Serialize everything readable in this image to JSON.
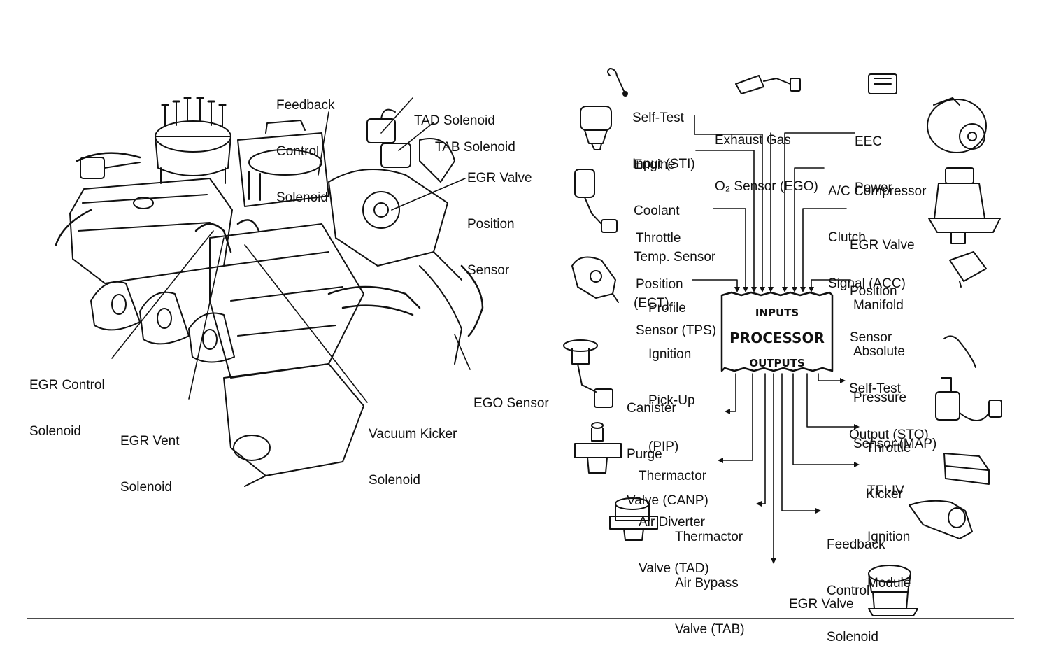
{
  "engine_labels": {
    "feedback_control": [
      "Feedback",
      "Control",
      "Solenoid"
    ],
    "tad_solenoid": [
      "TAD Solenoid"
    ],
    "tab_solenoid": [
      "TAB Solenoid"
    ],
    "egr_valve_position": [
      "EGR Valve",
      "Position",
      "Sensor"
    ],
    "egr_control": [
      "EGR Control",
      "Solenoid"
    ],
    "egr_vent": [
      "EGR Vent",
      "Solenoid"
    ],
    "vacuum_kicker": [
      "Vacuum Kicker",
      "Solenoid"
    ],
    "ego_sensor": [
      "EGO Sensor"
    ]
  },
  "processor": {
    "inputs": "INPUTS",
    "title": "PROCESSOR",
    "outputs": "OUTPUTS"
  },
  "input_labels": {
    "sti": [
      "Self-Test",
      "Input (STI)"
    ],
    "ego": [
      "Exhaust Gas",
      "O₂ Sensor (EGO)"
    ],
    "eec": [
      "EEC",
      "Power"
    ],
    "ect": [
      "Engine",
      "Coolant",
      "Temp. Sensor",
      "(ECT)"
    ],
    "acc": [
      "A/C Compressor",
      "Clutch",
      "Signal (ACC)"
    ],
    "tps": [
      "Throttle",
      "Position",
      "Sensor (TPS)"
    ],
    "egr_pos": [
      "EGR Valve",
      "Position",
      "Sensor"
    ],
    "pip": [
      "Profile",
      "Ignition",
      "Pick-Up",
      "(PIP)"
    ],
    "map": [
      "Manifold",
      "Absolute",
      "Pressure",
      "Sensor (MAP)"
    ]
  },
  "output_labels": {
    "sto": [
      "Self-Test",
      "Output (STO)"
    ],
    "canp": [
      "Canister",
      "Purge",
      "Valve (CANP)"
    ],
    "throttle_kicker": [
      "Throttle",
      "Kicker"
    ],
    "tad": [
      "Thermactor",
      "Air Diverter",
      "Valve (TAD)"
    ],
    "tfi": [
      "TFI-IV",
      "Ignition",
      "Module"
    ],
    "tab": [
      "Thermactor",
      "Air Bypass",
      "Valve (TAB)"
    ],
    "feedback": [
      "Feedback",
      "Control",
      "Solenoid"
    ],
    "egr_valve": [
      "EGR Valve"
    ]
  },
  "colors": {
    "ink": "#111111",
    "paper": "#ffffff"
  }
}
